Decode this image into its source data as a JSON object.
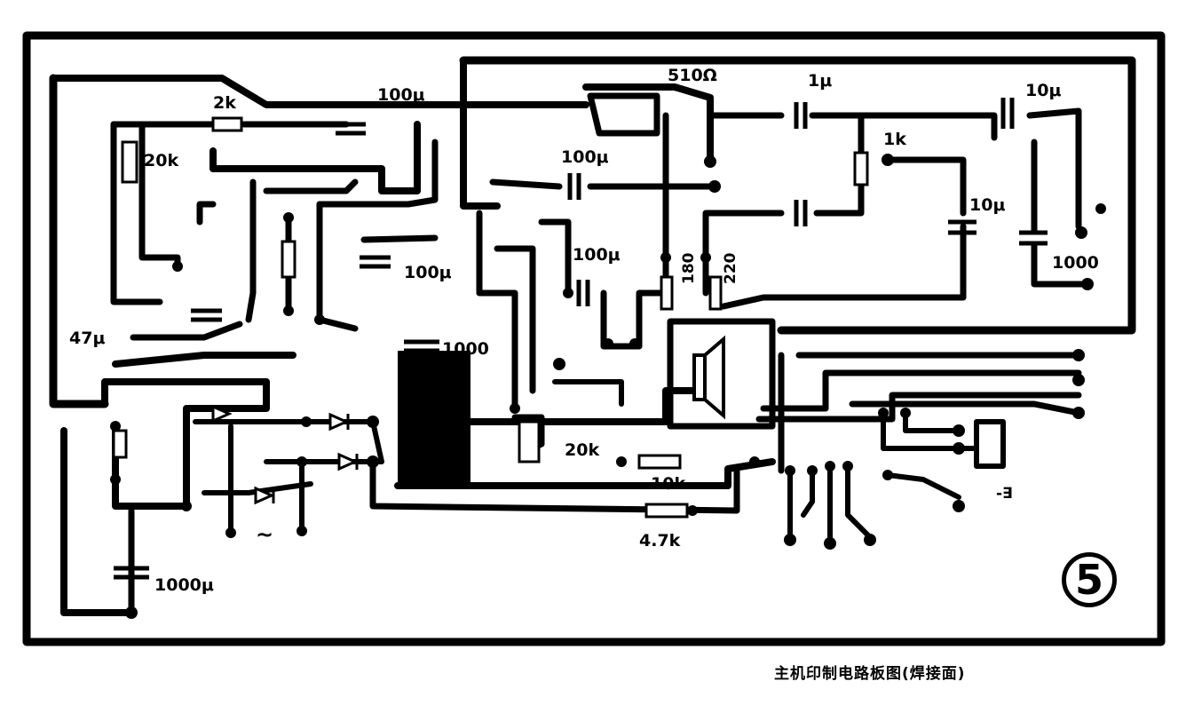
{
  "diagram": {
    "caption": "主机印制电路板图(焊接面)",
    "figure_number": "5",
    "labels": {
      "r_2k": "2k",
      "c_100u_top": "100μ",
      "r_20k_left": "20k",
      "r_510": "510Ω",
      "c_1u": "1μ",
      "c_10u_top": "10μ",
      "r_1k": "1k",
      "c_100u_mid": "100μ",
      "c_10u_right": "10μ",
      "c_100u_lower": "100μ",
      "c_1000_right": "1000",
      "r_180": "180",
      "c_220": "220",
      "c_47u": "47μ",
      "c_100u_center": "100μ",
      "c_1000_center": "1000",
      "r_20k_bottom": "20k",
      "r_10k": "10k",
      "r_47k": "4.7k",
      "c_1000u": "1000μ",
      "ac_symbol": "~",
      "small_mark": "-∃"
    }
  }
}
